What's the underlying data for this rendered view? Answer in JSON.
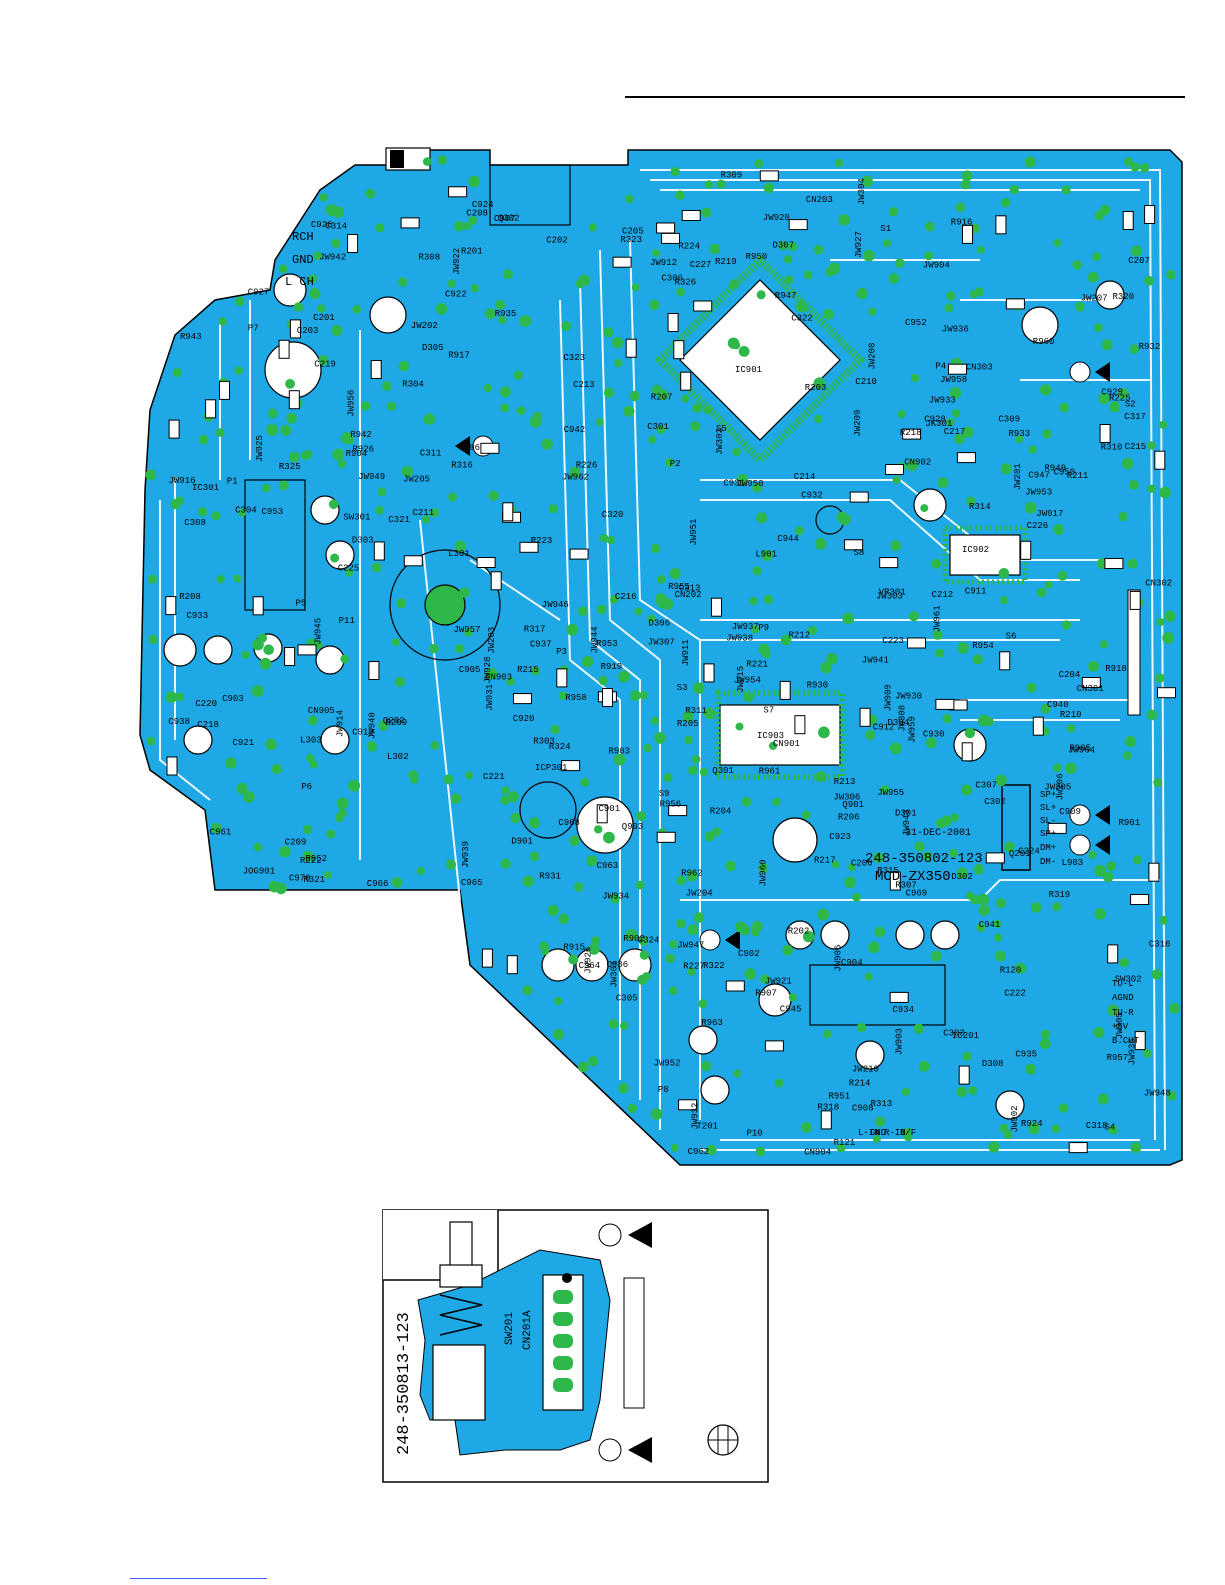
{
  "colors": {
    "board": "#1ea8e6",
    "trace": "#eaf7ff",
    "pad": "#2fb84a",
    "ink": "#000000"
  },
  "main_board": {
    "part_number": "248-350802-123",
    "model": "MCD-ZX350",
    "date": "31-DEC-2001",
    "jack_labels": [
      "RCH",
      "GND",
      "L CH"
    ],
    "connector_labels": [
      "TU-L",
      "AGND",
      "TU-R",
      "+5V",
      "B.CUT"
    ],
    "speaker_labels": [
      "SP+",
      "SL+",
      "SL-",
      "SP+",
      "DM+",
      "DM-"
    ],
    "ic_labels": [
      "IC901",
      "IC902",
      "IC903",
      "IC301",
      "IC201",
      "ICP301"
    ],
    "cn_labels": [
      "CN301",
      "CN302",
      "CN303",
      "CN901",
      "CN902",
      "CN903",
      "CN904",
      "CN905",
      "CN202",
      "CN203"
    ],
    "sw_labels": [
      "SW301",
      "SW302"
    ],
    "misc_labels": [
      "JOG901",
      "JK301",
      "VR301",
      "L301",
      "L302",
      "L303",
      "L901",
      "L903",
      "Q301",
      "Q302",
      "Q201",
      "Q202",
      "Q901",
      "Q903",
      "T201"
    ],
    "pin_labels": [
      "P1",
      "P2",
      "P3",
      "P4",
      "P5",
      "P6",
      "P7",
      "P8",
      "P9",
      "P10",
      "P11"
    ],
    "s_labels": [
      "S1",
      "S2",
      "S3",
      "S4",
      "S5",
      "S6",
      "S7",
      "S8",
      "S9"
    ],
    "r_labels": [
      "R313",
      "R314",
      "R309",
      "R310",
      "R311",
      "R315",
      "R307",
      "R308",
      "R303",
      "R304",
      "R316",
      "R317",
      "R318",
      "R319",
      "R320",
      "R321",
      "R322",
      "R323",
      "R324",
      "R325",
      "R326",
      "R901",
      "R902",
      "R903",
      "R904",
      "R905",
      "R907",
      "R915",
      "R916",
      "R917",
      "R918",
      "R919",
      "R924",
      "R926",
      "R930",
      "R931",
      "R932",
      "R933",
      "R935",
      "R942",
      "R943",
      "R947",
      "R949",
      "R950",
      "R951",
      "R952",
      "R953",
      "R954",
      "R955",
      "R956",
      "R957",
      "R958",
      "R960",
      "R961",
      "R962",
      "R963",
      "R201",
      "R202",
      "R203",
      "R204",
      "R205",
      "R206",
      "R207",
      "R208",
      "R209",
      "R210",
      "R211",
      "R212",
      "R213",
      "R214",
      "R215",
      "R217",
      "R218",
      "R219",
      "R221",
      "R222",
      "R223",
      "R224",
      "R225",
      "R226",
      "R227",
      "R120",
      "R121"
    ],
    "c_labels": [
      "C313",
      "C314",
      "C324",
      "C309",
      "C311",
      "C307",
      "C305",
      "C303",
      "C306",
      "C304",
      "C301",
      "C302",
      "C308",
      "C316",
      "C317",
      "C318",
      "C320",
      "C321",
      "C322",
      "C323",
      "C901",
      "C902",
      "C903",
      "C904",
      "C905",
      "C906",
      "C908",
      "C909",
      "C910",
      "C911",
      "C912",
      "C920",
      "C921",
      "C922",
      "C923",
      "C924",
      "C926",
      "C927",
      "C928",
      "C929",
      "C930",
      "C931",
      "C932",
      "C933",
      "C934",
      "C935",
      "C936",
      "C937",
      "C938",
      "C940",
      "C941",
      "C942",
      "C944",
      "C945",
      "C947",
      "C950",
      "C952",
      "C953",
      "C961",
      "C962",
      "C963",
      "C964",
      "C965",
      "C966",
      "C967",
      "C968",
      "C969",
      "C970",
      "C201",
      "C202",
      "C203",
      "C204",
      "C205",
      "C206",
      "C207",
      "C208",
      "C209",
      "C210",
      "C211",
      "C212",
      "C213",
      "C214",
      "C215",
      "C216",
      "C217",
      "C218",
      "C219",
      "C220",
      "C221",
      "C222",
      "C223",
      "C224",
      "C225",
      "C226",
      "C227"
    ],
    "d_labels": [
      "D301",
      "D302",
      "D303",
      "D304",
      "D305",
      "D306",
      "D307",
      "D308",
      "D901"
    ],
    "jw_labels": [
      "JW301",
      "JW302",
      "JW303",
      "JW304",
      "JW305",
      "JW306",
      "JW307",
      "JW308",
      "JW201",
      "JW202",
      "JW203",
      "JW204",
      "JW205",
      "JW206",
      "JW207",
      "JW208",
      "JW209",
      "JW210",
      "JW902",
      "JW903",
      "JW904",
      "JW905",
      "JW906",
      "JW909",
      "JW911",
      "JW912",
      "JW914",
      "JW915",
      "JW916",
      "JW917",
      "JW920",
      "JW921",
      "JW922",
      "JW925",
      "JW926",
      "JW927",
      "JW928",
      "JW930",
      "JW931",
      "JW932",
      "JW933",
      "JW934",
      "JW935",
      "JW936",
      "JW937",
      "JW938",
      "JW939",
      "JW940",
      "JW941",
      "JW942",
      "JW943",
      "JW944",
      "JW945",
      "JW946",
      "JW947",
      "JW948",
      "JW949",
      "JW950",
      "JW951",
      "JW952",
      "JW953",
      "JW954",
      "JW955",
      "JW956",
      "JW957",
      "JW958",
      "JW959",
      "JW960",
      "JW961",
      "JW962",
      "JW964"
    ],
    "bottom_labels": [
      "L-IN",
      "GND",
      "R-IN",
      "B/F"
    ]
  },
  "sub_board": {
    "part_number": "248-350813-123",
    "sw_label": "SW201",
    "cn_label": "CN201A"
  }
}
